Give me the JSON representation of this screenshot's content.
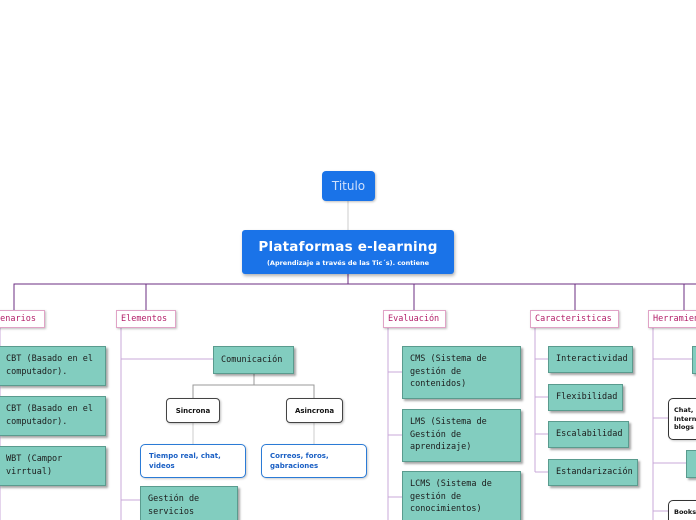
{
  "title_node": "Titulo",
  "root": {
    "title": "Plataformas e-learning",
    "subtitle": "(Aprendizaje a través de las Tic´s).  contiene"
  },
  "categories": {
    "escenarios": "Escenarios",
    "elementos": "Elementos",
    "evaluacion": "Evaluación",
    "caracteristicas": "Caracteristicas",
    "herramientas": "Herramientas"
  },
  "escenarios_items": [
    "CBT (Basado en el computador).",
    "CBT (Basado en el computador).",
    "WBT (Campor virrtual)"
  ],
  "elementos": {
    "comunicacion": "Comunicación",
    "sincrona": "Sincrona",
    "asincrona": "Asincrona",
    "sincrona_detail": "Tiempo real, chat, videos",
    "asincrona_detail": "Correos, foros, gabraciones",
    "gestion": "Gestión de servicios"
  },
  "evaluacion_items": [
    "CMS (Sistema de gestión de contenidos)",
    "LMS (Sistema de Gestión de aprendizaje)",
    "LCMS (Sistema de gestión de conocimientos)"
  ],
  "caracteristicas_items": [
    "Interactividad",
    "Flexibilidad",
    "Escalabilidad",
    "Estandarización"
  ],
  "herramientas_items": {
    "chat": "Chat, Internet, blogs",
    "book": "Books"
  },
  "colors": {
    "blue": "#1a73e8",
    "teal": "#82cdbf",
    "category_text": "#b3206a",
    "connector": "#6b2d82"
  }
}
